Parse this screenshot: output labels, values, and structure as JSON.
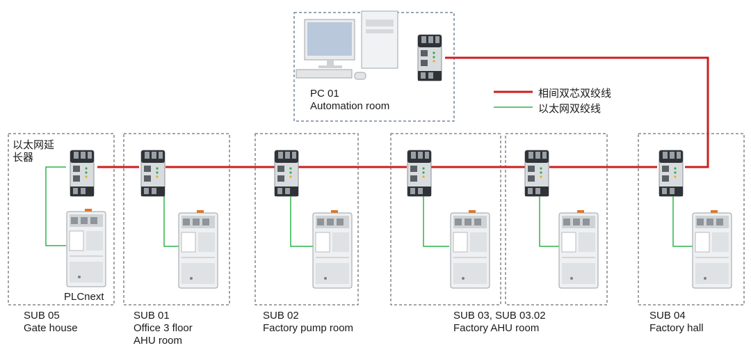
{
  "colors": {
    "ethernet_line": "#cc1f1f",
    "twisted_pair_line": "#2db34a",
    "box_border": "#4a4a4a",
    "pc_box_border": "#2e4a6b"
  },
  "pc_station": {
    "name": "PC 01",
    "location": "Automation room"
  },
  "legend": {
    "red_label": "相间双芯双绞线",
    "green_label": "以太网双绞线"
  },
  "extender_label": [
    "以太网延",
    "长器"
  ],
  "plcnext_label": "PLCnext",
  "stations": [
    {
      "lines": [
        "SUB 05",
        "Gate house"
      ]
    },
    {
      "lines": [
        "SUB 01",
        "Office 3 floor",
        "AHU room"
      ]
    },
    {
      "lines": [
        "SUB 02",
        "Factory pump room"
      ]
    },
    {
      "lines": [
        "SUB 03, SUB 03.02",
        "Factory AHU room"
      ]
    },
    {
      "lines": [
        "SUB 04",
        "Factory hall"
      ]
    }
  ],
  "icons": {
    "extender": "ethernet-extender-icon",
    "controller": "plcnext-controller-icon",
    "computer": "desktop-computer-icon"
  }
}
